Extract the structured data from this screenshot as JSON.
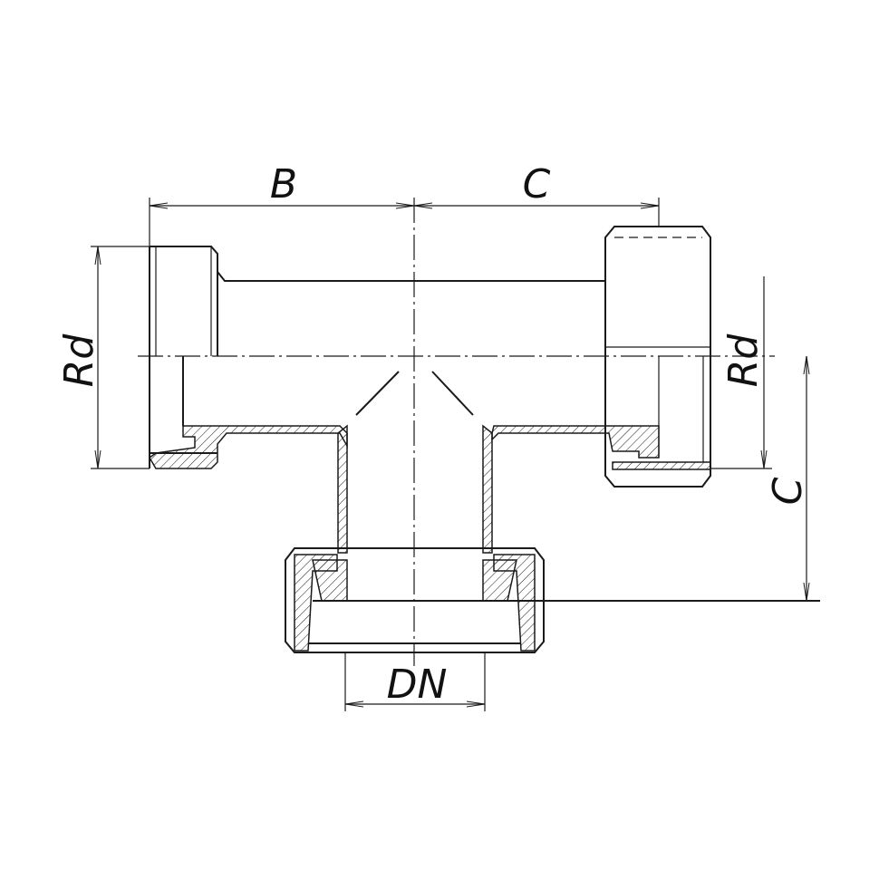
{
  "labels": {
    "top_left": "B",
    "top_right": "C",
    "left_thread": "Rd",
    "right_thread": "Rd",
    "right_height": "C",
    "bottom_diameter": "DN"
  },
  "colors": {
    "line": "#1a1a1a",
    "background": "#ffffff"
  }
}
